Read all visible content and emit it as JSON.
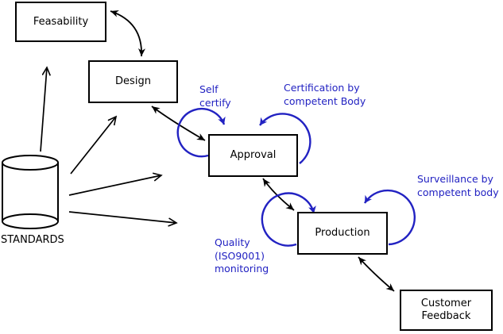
{
  "diagram": {
    "type": "process-flow",
    "background": "#ffffff"
  },
  "nodes": {
    "feasability": {
      "label": "Feasability",
      "shape": "rectangle"
    },
    "design": {
      "label": "Design",
      "shape": "rectangle"
    },
    "approval": {
      "label": "Approval",
      "shape": "rectangle"
    },
    "production": {
      "label": "Production",
      "shape": "rectangle"
    },
    "customer_feedback": {
      "label": "Customer\nFeedback",
      "shape": "rectangle"
    },
    "standards": {
      "label": "STANDARDS",
      "shape": "cylinder"
    }
  },
  "annotations": {
    "self_certify": {
      "label": "Self\ncertify",
      "attached_to": "approval"
    },
    "certification": {
      "label": "Certification by\ncompetent Body",
      "attached_to": "approval"
    },
    "surveillance": {
      "label": "Surveillance by\ncompetent body",
      "attached_to": "production"
    },
    "quality_monitoring": {
      "label": "Quality\n(ISO9001)\nmonitoring",
      "attached_to": "production"
    }
  },
  "edges": [
    {
      "from": "standards",
      "to": "feasability",
      "style": "single-arrow"
    },
    {
      "from": "standards",
      "to": "design",
      "style": "single-arrow"
    },
    {
      "from": "standards",
      "to": "approval",
      "style": "single-arrow"
    },
    {
      "from": "standards",
      "to": "production",
      "style": "single-arrow"
    },
    {
      "from": "feasability",
      "to": "design",
      "style": "double-arrow"
    },
    {
      "from": "design",
      "to": "approval",
      "style": "double-arrow"
    },
    {
      "from": "approval",
      "to": "production",
      "style": "double-arrow"
    },
    {
      "from": "production",
      "to": "customer_feedback",
      "style": "double-arrow"
    }
  ],
  "self_loops": [
    {
      "node": "approval",
      "annotation": "self_certify",
      "side": "top-left"
    },
    {
      "node": "approval",
      "annotation": "certification",
      "side": "top-right"
    },
    {
      "node": "production",
      "annotation": "quality_monitoring",
      "side": "top-left"
    },
    {
      "node": "production",
      "annotation": "surveillance",
      "side": "top-right"
    }
  ],
  "colors": {
    "annotation_blue": "#2222c2",
    "line_black": "#000000",
    "box_border": "#000000",
    "background": "#ffffff"
  }
}
